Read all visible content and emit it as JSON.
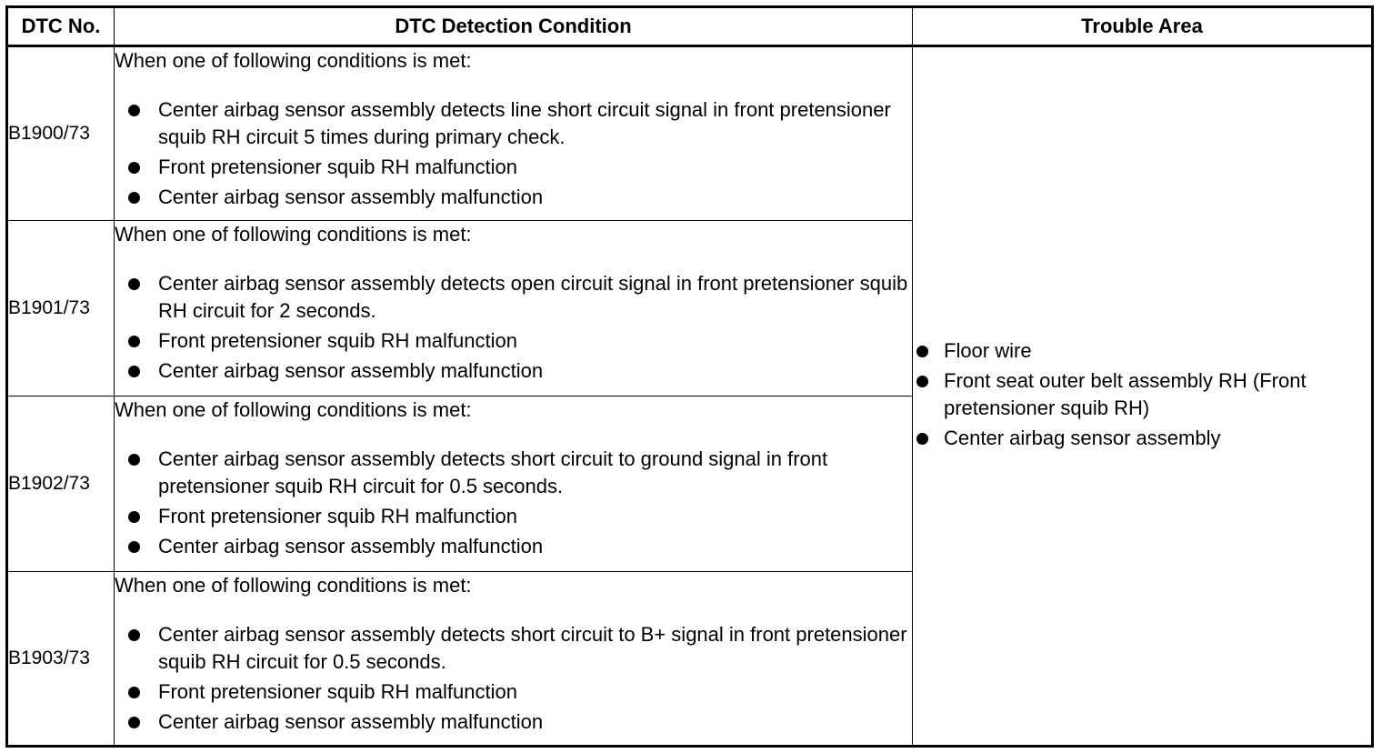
{
  "headers": {
    "dtc_no": "DTC No.",
    "condition": "DTC Detection Condition",
    "trouble_area": "Trouble Area"
  },
  "rows": [
    {
      "code": "B1900/73",
      "lead": "When one of following conditions is met:",
      "items": [
        "Center airbag sensor assembly detects line short circuit signal in front pretensioner squib RH circuit 5 times during primary check.",
        "Front pretensioner squib RH malfunction",
        "Center airbag sensor assembly malfunction"
      ]
    },
    {
      "code": "B1901/73",
      "lead": "When one of following conditions is met:",
      "items": [
        "Center airbag sensor assembly detects open circuit signal in front pretensioner squib RH circuit for 2 seconds.",
        "Front pretensioner squib RH malfunction",
        "Center airbag sensor assembly malfunction"
      ]
    },
    {
      "code": "B1902/73",
      "lead": "When one of following conditions is met:",
      "items": [
        "Center airbag sensor assembly detects short circuit to ground signal in front pretensioner squib RH circuit for 0.5 seconds.",
        "Front pretensioner squib RH malfunction",
        "Center airbag sensor assembly malfunction"
      ]
    },
    {
      "code": "B1903/73",
      "lead": "When one of following conditions is met:",
      "items": [
        "Center airbag sensor assembly detects short circuit to B+ signal in front pretensioner squib RH circuit for 0.5 seconds.",
        "Front pretensioner squib RH malfunction",
        "Center airbag sensor assembly malfunction"
      ]
    }
  ],
  "trouble_area": [
    "Floor wire",
    "Front seat outer belt assembly RH (Front pretensioner squib RH)",
    "Center airbag sensor assembly"
  ],
  "icons": {
    "bullet": "filled-circle-bullet-icon"
  }
}
